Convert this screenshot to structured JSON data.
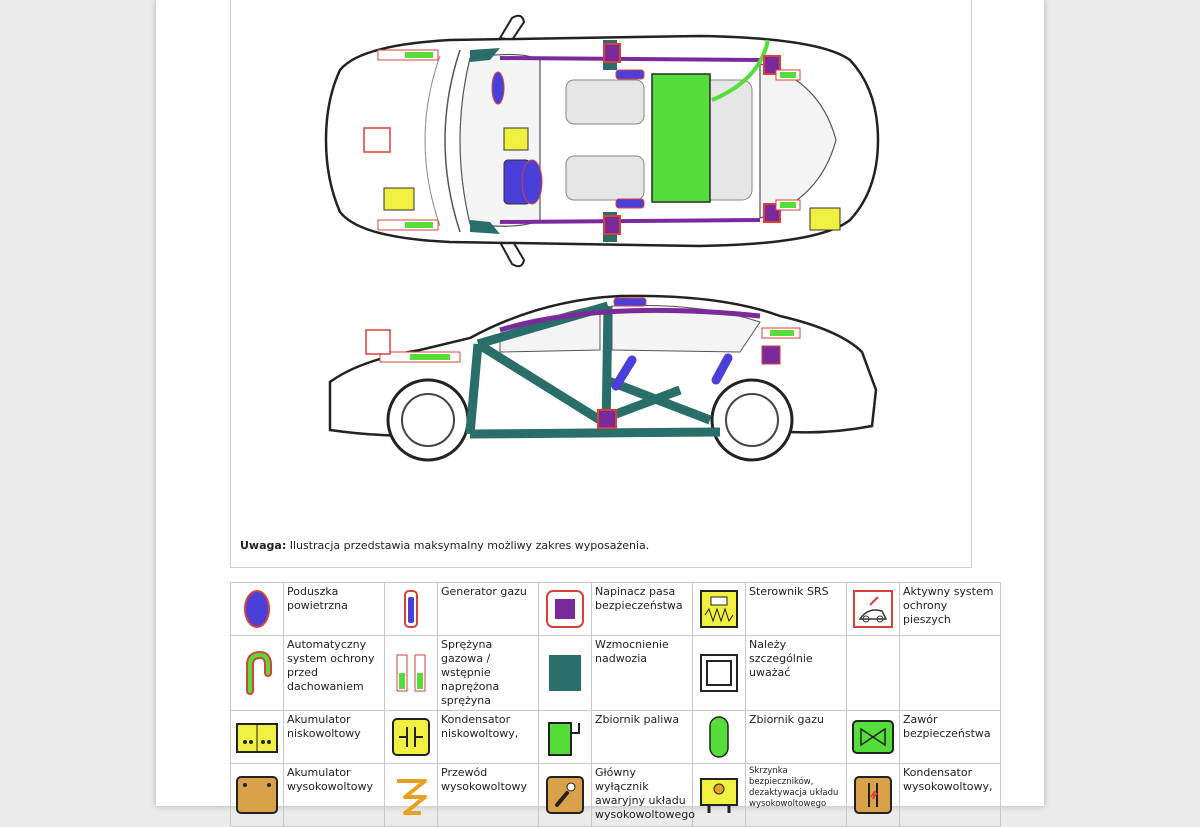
{
  "note": {
    "label": "Uwaga:",
    "text": " Ilustracja przedstawia maksymalny możliwy zakres wyposażenia."
  },
  "colors": {
    "airbag": "#4a3fd8",
    "belt_tensioner": "#7a2a9a",
    "reinforcement": "#2a6e6a",
    "gas_tank": "#55dd3a",
    "lv_battery": "#f0f040",
    "hv_battery": "#d9a24a",
    "warning_border": "#d9403a"
  },
  "legend": [
    {
      "icon": "airbag-icon",
      "label": "Poduszka powietrzna"
    },
    {
      "icon": "gas-generator-icon",
      "label": "Generator gazu"
    },
    {
      "icon": "belt-tensioner-icon",
      "label": "Napinacz pasa bezpieczeństwa"
    },
    {
      "icon": "srs-controller-icon",
      "label": "Sterownik SRS"
    },
    {
      "icon": "pedestrian-protection-icon",
      "label": "Aktywny system ochrony pieszych"
    },
    {
      "icon": "rollover-protection-icon",
      "label": "Automatyczny system ochrony przed dachowaniem"
    },
    {
      "icon": "gas-spring-icon",
      "label": "Sprężyna gazowa / wstępnie naprężona sprężyna"
    },
    {
      "icon": "body-reinforcement-icon",
      "label": "Wzmocnienie nadwozia"
    },
    {
      "icon": "caution-frame-icon",
      "label": "Należy szczególnie uważać"
    },
    {
      "icon": "",
      "label": ""
    },
    {
      "icon": "lv-battery-icon",
      "label": "Akumulator niskowoltowy"
    },
    {
      "icon": "lv-capacitor-icon",
      "label": "Kondensator niskowoltowy,"
    },
    {
      "icon": "fuel-tank-icon",
      "label": "Zbiornik paliwa"
    },
    {
      "icon": "gas-tank-icon",
      "label": "Zbiornik gazu"
    },
    {
      "icon": "safety-valve-icon",
      "label": "Zawór bezpieczeństwa"
    },
    {
      "icon": "hv-battery-icon",
      "label": "Akumulator wysokowoltowy"
    },
    {
      "icon": "hv-cable-icon",
      "label": "Przewód wysokowoltowy"
    },
    {
      "icon": "emergency-switch-icon",
      "label": "Główny wyłącznik awaryjny układu wysokowoltowego"
    },
    {
      "icon": "fuse-box-icon",
      "label": "Skrzynka bezpieczników, dezaktywacja układu wysokowoltowego"
    },
    {
      "icon": "hv-capacitor-icon",
      "label": "Kondensator wysokowoltowy,"
    }
  ]
}
